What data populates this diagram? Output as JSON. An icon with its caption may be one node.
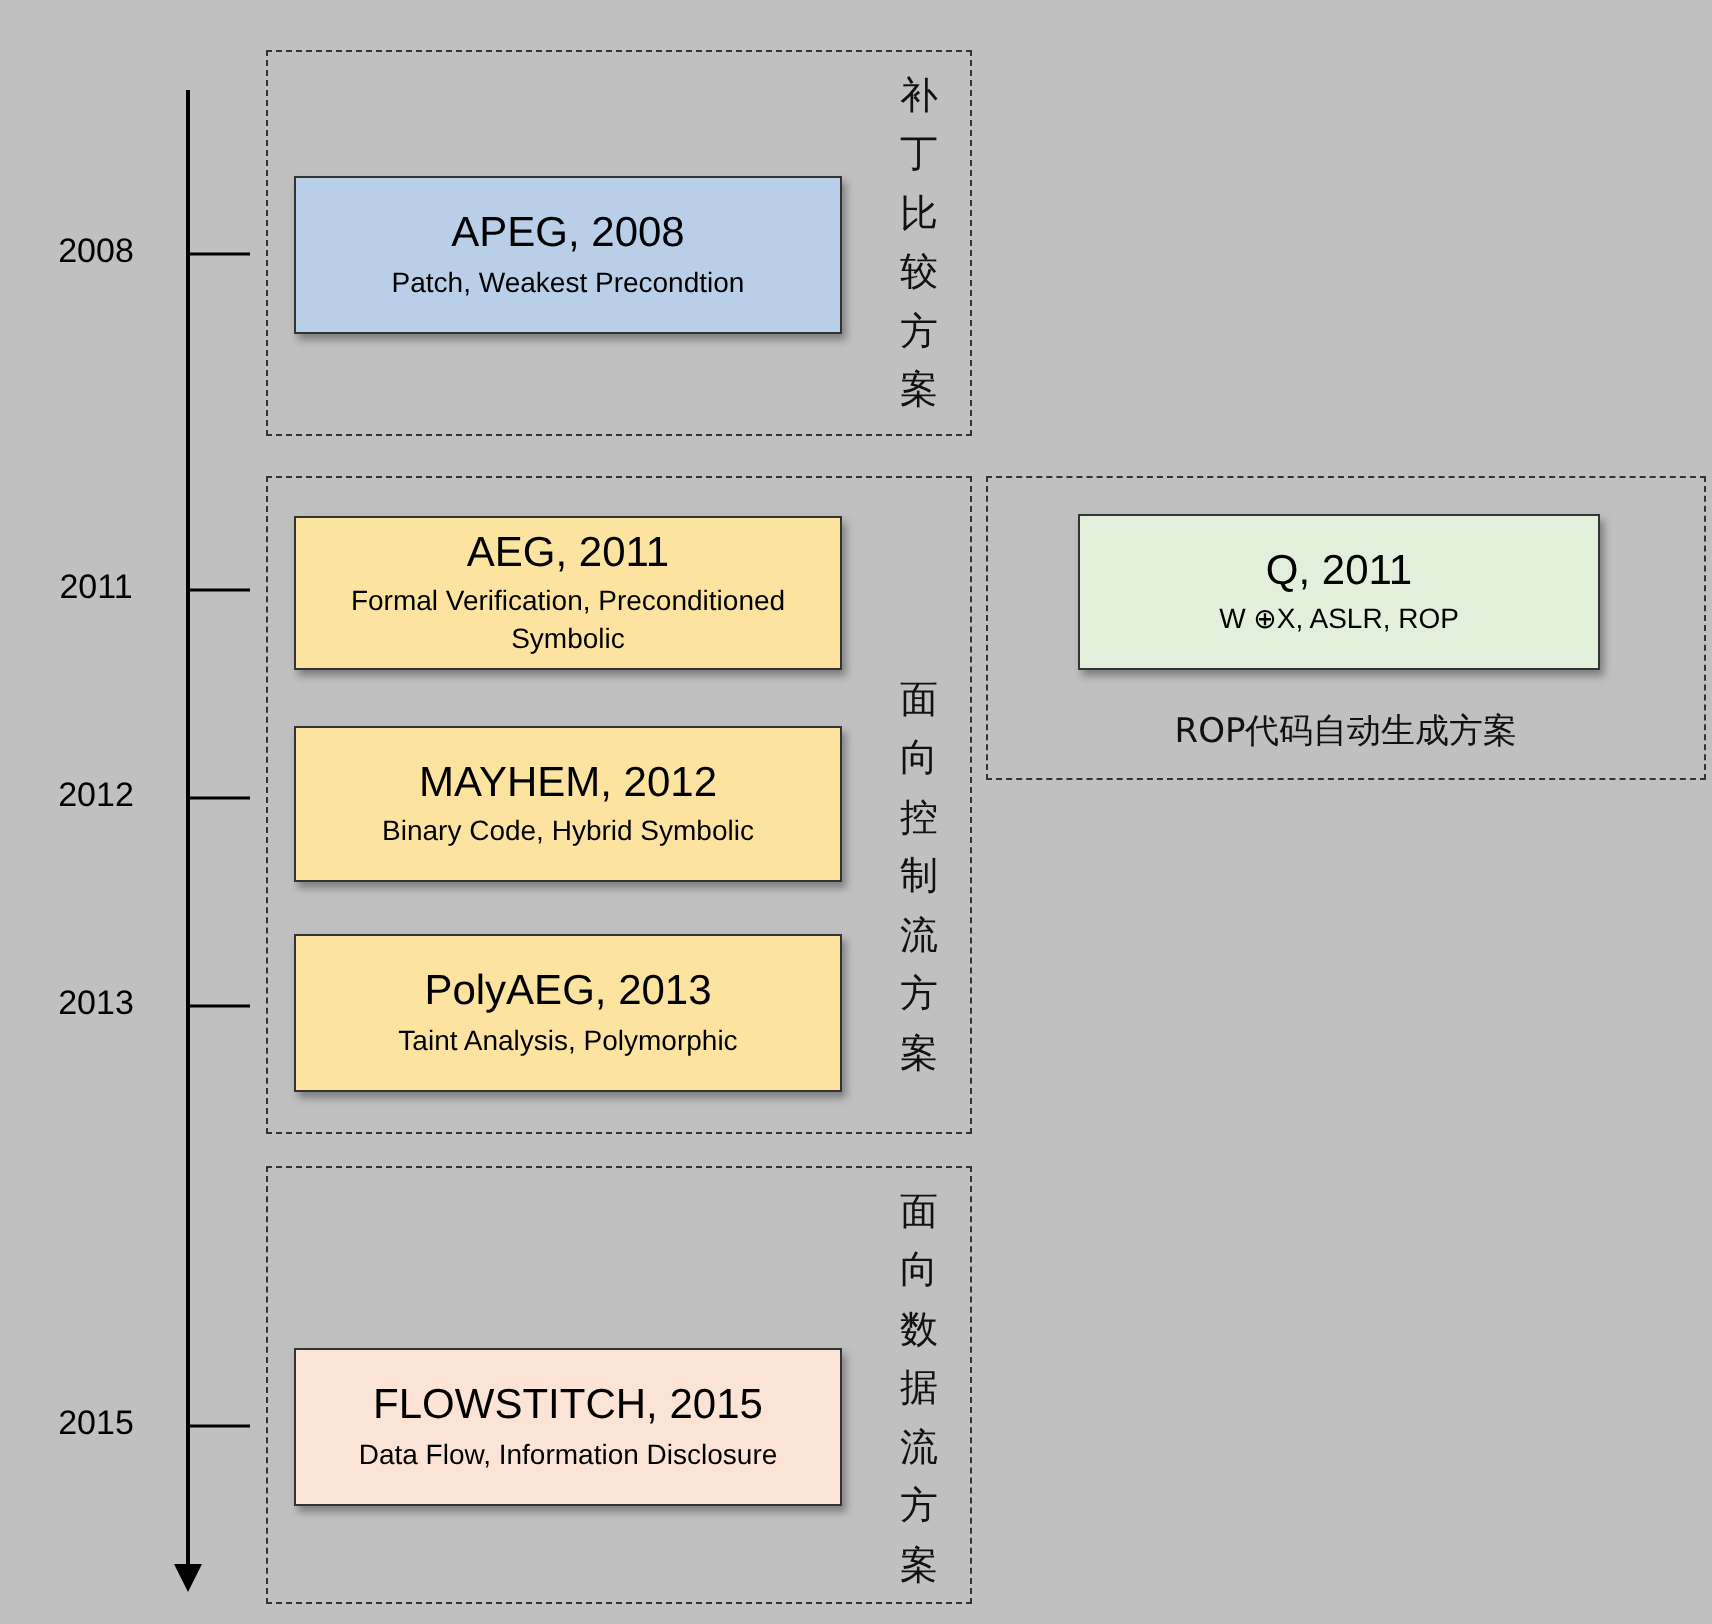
{
  "diagram": {
    "nodes": [
      {
        "text": [
          "补丁比较方案"
        ]
      },
      {
        "text": [
          "APEG, 2008",
          "Patch, Weakest Precondtion"
        ],
        "in": 0
      },
      {
        "text": [
          "面向控制流方案"
        ]
      },
      {
        "text": [
          "AEG, 2011",
          "Formal Verification, Preconditioned Symbolic"
        ],
        "in": 2
      },
      {
        "text": [
          "MAYHEM, 2012",
          "Binary Code, Hybrid Symbolic"
        ],
        "in": 2
      },
      {
        "text": [
          "PolyAEG, 2013",
          "Taint Analysis, Polymorphic"
        ],
        "in": 2
      },
      {
        "text": [
          "ROP代码自动生成方案"
        ]
      },
      {
        "text": [
          "Q, 2011",
          "W ⊕X, ASLR, ROP"
        ],
        "in": 6
      },
      {
        "text": [
          "面向数据流方案"
        ]
      },
      {
        "text": [
          "FLOWSTITCH, 2015",
          "Data Flow, Information Disclosure"
        ],
        "in": 8
      }
    ],
    "edges": [],
    "labels": [
      "2008",
      "2011",
      "2012",
      "2013",
      "2015"
    ]
  }
}
